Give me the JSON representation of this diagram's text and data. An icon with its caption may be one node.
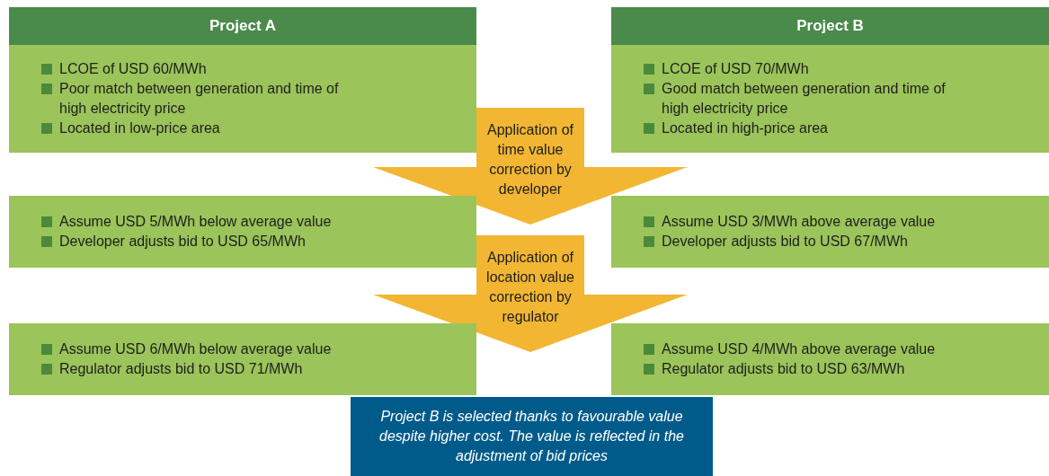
{
  "diagram": {
    "nodes": [
      {
        "text": [
          "Project A"
        ]
      },
      {
        "text": [
          "LCOE of USD 60/MWh",
          "Poor match between generation and time of high electricity price",
          "Located in low-price area"
        ]
      },
      {
        "text": [
          "Project B"
        ]
      },
      {
        "text": [
          "LCOE of USD 70/MWh",
          "Good match between generation and time of high electricity price",
          "Located in high-price area"
        ]
      },
      {
        "text": [
          "Application of time value correction by developer"
        ]
      },
      {
        "text": [
          "Assume USD 5/MWh below average value",
          "Developer adjusts bid to USD 65/MWh"
        ]
      },
      {
        "text": [
          "Assume USD 3/MWh above average value",
          "Developer adjusts bid to USD 67/MWh"
        ]
      },
      {
        "text": [
          "Application of location value correction by regulator"
        ]
      },
      {
        "text": [
          "Assume USD 6/MWh below average value",
          "Regulator adjusts bid to USD 71/MWh"
        ]
      },
      {
        "text": [
          "Assume USD 4/MWh above average value",
          "Regulator adjusts bid to USD 63/MWh"
        ]
      },
      {
        "text": [
          "Project B is selected thanks to favourable value despite higher cost. The value is reflected in the adjustment of bid prices"
        ]
      }
    ]
  }
}
